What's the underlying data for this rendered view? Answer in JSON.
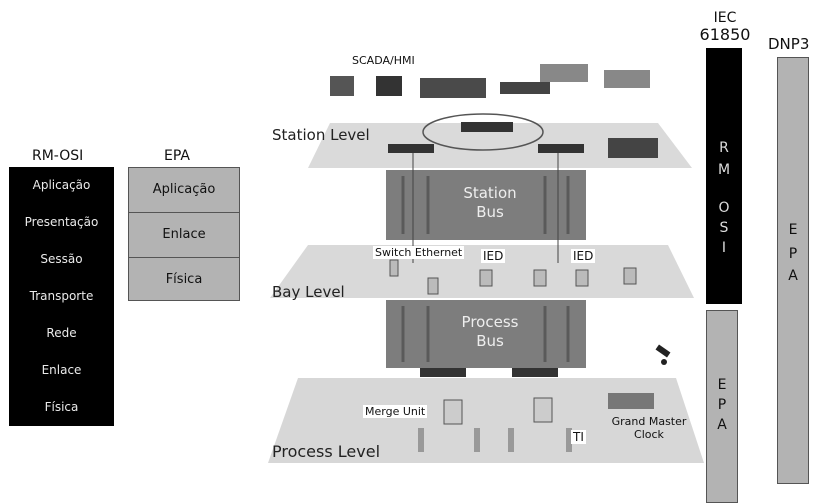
{
  "rm_osi": {
    "title": "RM-OSI",
    "layers": [
      "Aplicação",
      "Presentação",
      "Sessão",
      "Transporte",
      "Rede",
      "Enlace",
      "Física"
    ]
  },
  "epa": {
    "title": "EPA",
    "layers": [
      "Aplicação",
      "Enlace",
      "Física"
    ]
  },
  "iec": {
    "title_line1": "IEC",
    "title_line2": "61850",
    "upper_letters": [
      "R",
      "M",
      "O",
      "S",
      "I"
    ],
    "lower_letters": [
      "E",
      "P",
      "A"
    ]
  },
  "dnp3": {
    "title": "DNP3",
    "letters": [
      "E",
      "P",
      "A"
    ]
  },
  "diagram": {
    "scada_label": "SCADA/HMI",
    "station_level": "Station Level",
    "bay_level": "Bay Level",
    "process_level": "Process Level",
    "station_bus_line1": "Station",
    "station_bus_line2": "Bus",
    "process_bus_line1": "Process",
    "process_bus_line2": "Bus",
    "switch_ethernet": "Switch Ethernet",
    "ied_1": "IED",
    "ied_2": "IED",
    "merge_unit": "Merge Unit",
    "ti": "TI",
    "grand_master_line1": "Grand Master",
    "grand_master_line2": "Clock"
  }
}
